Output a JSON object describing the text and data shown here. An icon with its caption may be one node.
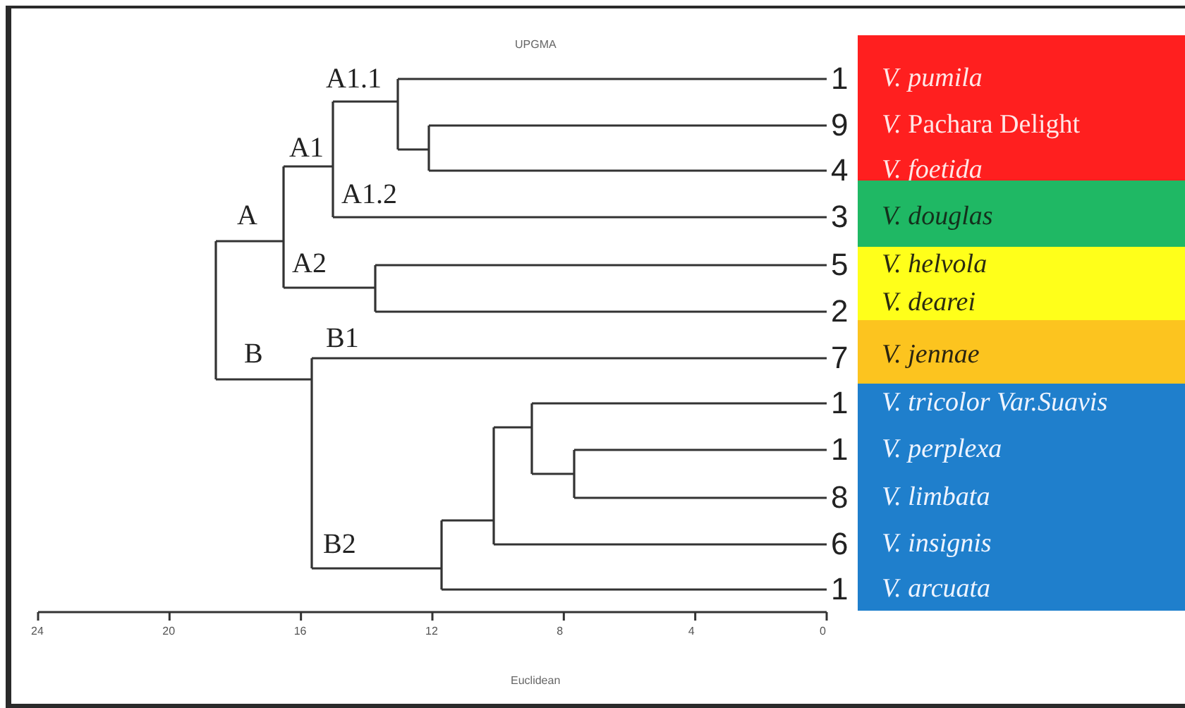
{
  "diagram": {
    "nodes": [
      {
        "text": [
          "V. pumila",
          "*V.* Pachara Delight",
          "V. foetida"
        ]
      },
      {
        "text": [
          "V. douglas"
        ]
      },
      {
        "text": [
          "V. helvola",
          "V. dearei"
        ]
      },
      {
        "text": [
          "V. jennae"
        ]
      },
      {
        "text": [
          "V. tricolor Var.Suavis",
          "V. perplexa",
          "V. limbata",
          "V. insignis",
          "V. arcuata"
        ]
      }
    ],
    "labels": [
      "UPGMA",
      "A1.1",
      "A1",
      "A1.2",
      "A",
      "A2",
      "B1",
      "B",
      "B2",
      "1",
      "9",
      "4",
      "3",
      "5",
      "2",
      "7",
      "1",
      "1",
      "8",
      "6",
      "1",
      "24",
      "20",
      "16",
      "12",
      "8",
      "4",
      "0",
      "Euclidean"
    ]
  }
}
